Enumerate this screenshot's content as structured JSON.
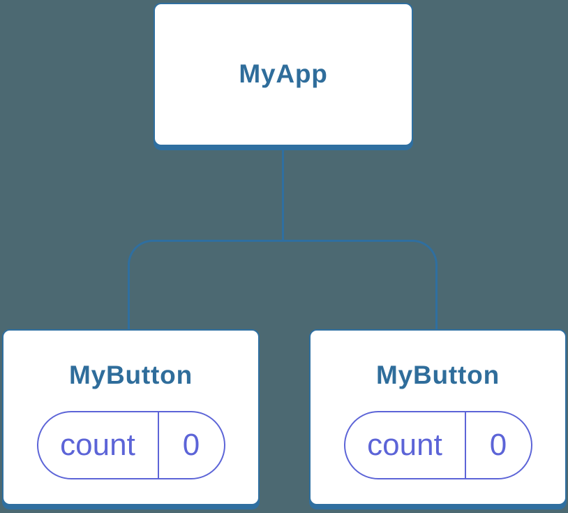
{
  "colors": {
    "background": "#4C6972",
    "node_accent_blue": "#2F6FA0",
    "node_title_blue": "#2F6D9B",
    "state_accent_purple": "#5C64D7",
    "card_background": "#FFFFFF"
  },
  "diagram": {
    "type": "component-tree",
    "root": {
      "label": "MyApp"
    },
    "children": [
      {
        "label": "MyButton",
        "state": {
          "name": "count",
          "value": "0"
        }
      },
      {
        "label": "MyButton",
        "state": {
          "name": "count",
          "value": "0"
        }
      }
    ]
  }
}
